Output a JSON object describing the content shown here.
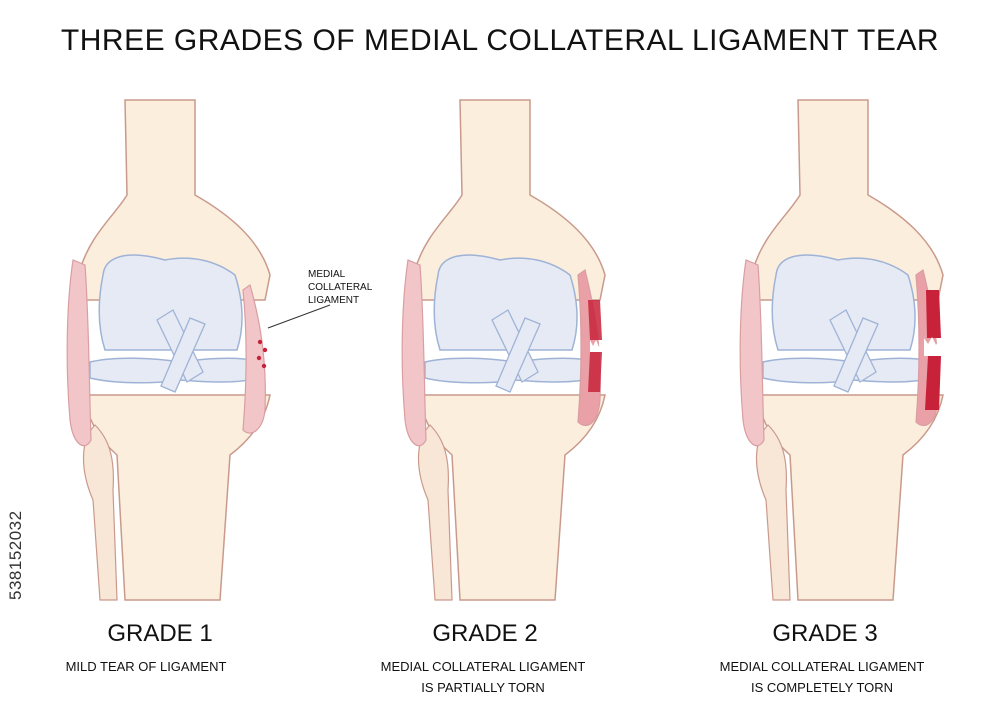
{
  "title": "THREE GRADES OF MEDIAL COLLATERAL LIGAMENT TEAR",
  "callout": {
    "line1": "MEDIAL",
    "line2": "COLLATERAL",
    "line3": "LIGAMENT"
  },
  "panels": [
    {
      "grade": "GRADE 1",
      "desc_line1": "MILD TEAR OF LIGAMENT",
      "desc_line2": ""
    },
    {
      "grade": "GRADE 2",
      "desc_line1": "MEDIAL COLLATERAL LIGAMENT",
      "desc_line2": "IS PARTIALLY TORN"
    },
    {
      "grade": "GRADE 3",
      "desc_line1": "MEDIAL COLLATERAL LIGAMENT",
      "desc_line2": "IS COMPLETELY TORN"
    }
  ],
  "stock_id": "538152032",
  "colors": {
    "bone": "#fbeedd",
    "bone_outline": "#c99a8c",
    "cartilage": "#e6eaf5",
    "cartilage_outline": "#9fb3d6",
    "ligament": "#f2c6c8",
    "tear": "#c8223a"
  }
}
